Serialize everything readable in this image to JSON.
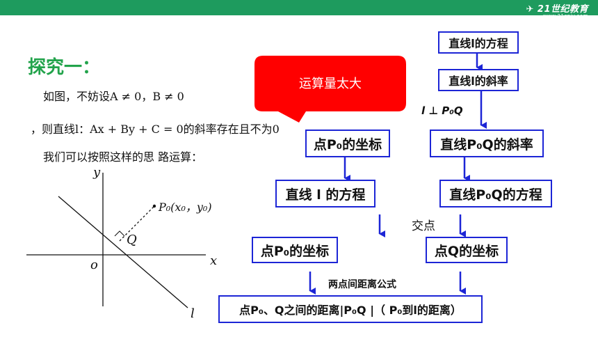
{
  "header": {
    "logo_text": "21世纪教育",
    "logo_sub": "www.21cnjy.com"
  },
  "heading": "探究一：",
  "intro": {
    "line1": "如图，不妨设A ≠ 0，B ≠ 0",
    "line2": "，则直线l：Ax + By + C = 0的斜率存在且不为0",
    "line3": "我们可以按照这样的思  路运算："
  },
  "callout": {
    "text": "运算量太大",
    "color": "#ff0000"
  },
  "flow": {
    "right_col": {
      "box1": "直线l的方程",
      "box2": "直线l的斜率",
      "perp_label": "l ⊥ P₀Q",
      "box3": "直线P₀Q的斜率",
      "box4": "直线P₀Q的方程",
      "box5": "点Q的坐标"
    },
    "left_col": {
      "box1": "点P₀的坐标",
      "box2": "直线 l 的方程",
      "box3": "点P₀的坐标"
    },
    "intersect_label": "交点",
    "distance_formula_label": "两点间距离公式",
    "result": "点P₀、Q之间的距离|P₀Q |（ P₀到l的距离）"
  },
  "graph": {
    "y_axis": "y",
    "x_axis": "x",
    "origin": "o",
    "point_p0": "P₀(x₀，y₀)",
    "point_q": "Q",
    "line_l": "l"
  },
  "colors": {
    "heading": "#22a34b",
    "topbar": "#1e9b5e",
    "box_border": "#1c25d6",
    "arrow": "#1c25d6"
  }
}
